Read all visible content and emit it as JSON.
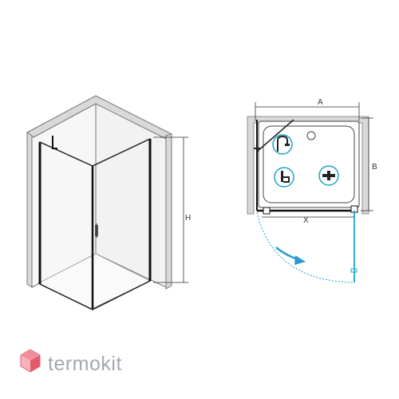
{
  "labels": {
    "height": "H",
    "width_a": "A",
    "depth_b": "B",
    "door_x": "X"
  },
  "brand": {
    "name": "termokit"
  },
  "icons": [
    "shower-head-icon",
    "toilet-icon",
    "faucet-icon",
    "handle-icon"
  ],
  "colors": {
    "line": "#222222",
    "wall": "#d9d9d9",
    "wall_edge": "#777777",
    "glass_accent": "#1fa6c8",
    "arrow": "#2d9ad3",
    "logo_red": "#e35a6a",
    "logo_text": "#a3a9ae"
  }
}
